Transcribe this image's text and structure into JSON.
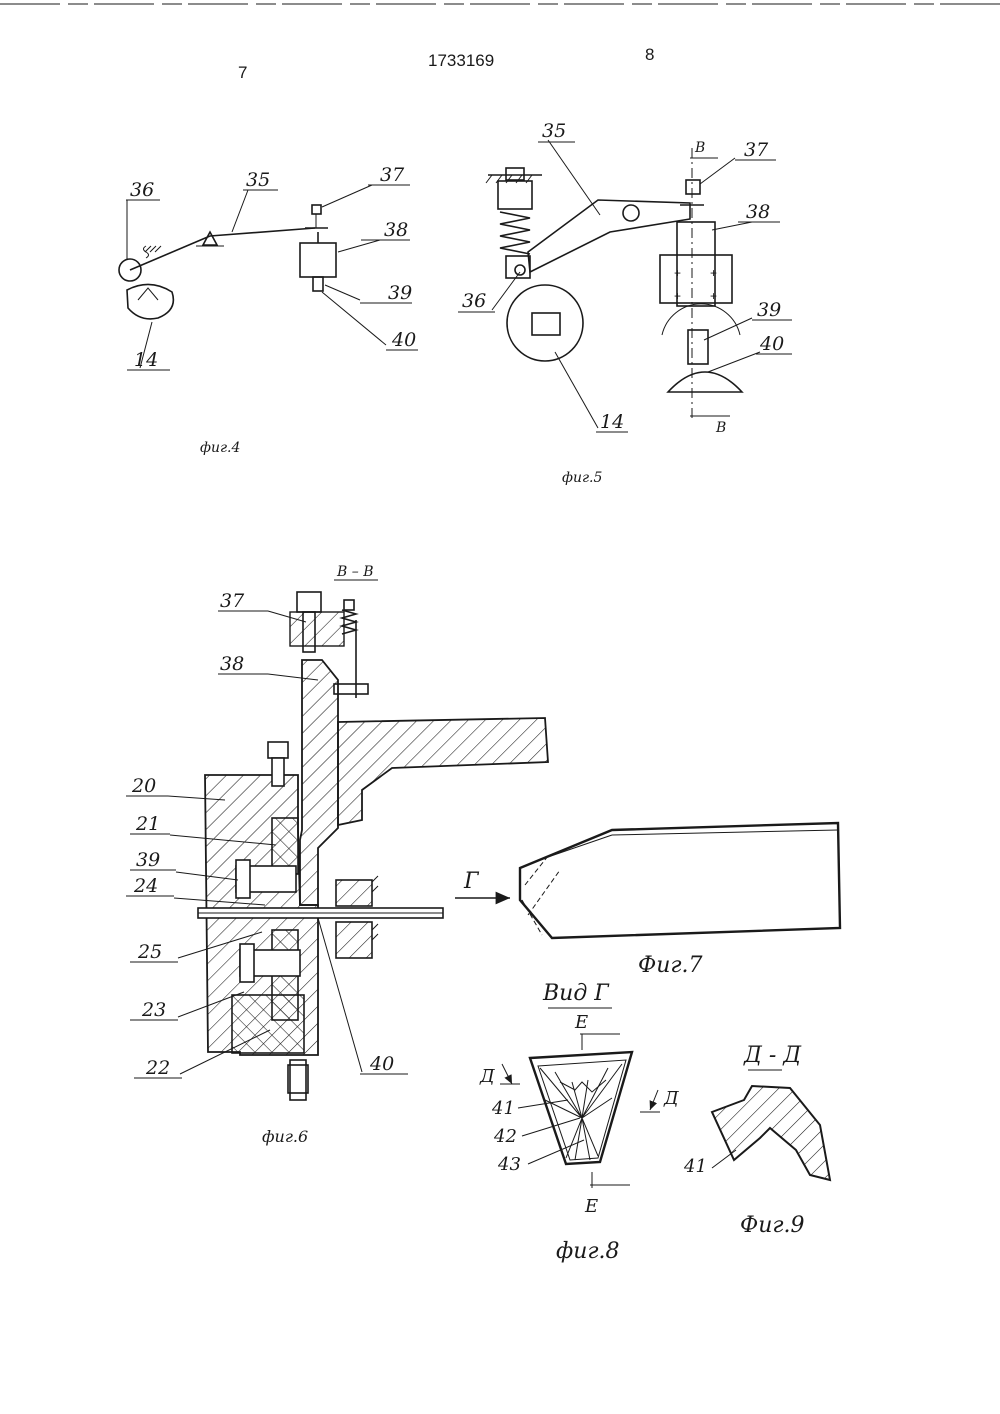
{
  "page": {
    "page_left": "7",
    "patent_number": "1733169",
    "page_right": "8"
  },
  "fig4": {
    "caption": "фиг.4",
    "labels": [
      "36",
      "35",
      "37",
      "38",
      "39",
      "40",
      "14"
    ]
  },
  "fig5": {
    "caption": "фиг.5",
    "section_mark": "В",
    "labels": [
      "35",
      "37",
      "38",
      "36",
      "39",
      "40",
      "14"
    ]
  },
  "fig6": {
    "caption": "фиг.6",
    "section_title": "В – В",
    "labels": [
      "37",
      "38",
      "20",
      "21",
      "39",
      "24",
      "25",
      "23",
      "22",
      "40"
    ]
  },
  "fig7": {
    "caption": "Фиг.7",
    "view_arrow": "Г",
    "view_title": "Вид Г"
  },
  "fig8": {
    "caption": "фиг.8",
    "section_e": "Е",
    "section_d": "Д",
    "labels": [
      "41",
      "42",
      "43"
    ]
  },
  "fig9": {
    "caption": "Фиг.9",
    "section_title": "Д - Д",
    "labels": [
      "41"
    ]
  },
  "colors": {
    "ink": "#1a1a1a",
    "paper": "#ffffff"
  }
}
